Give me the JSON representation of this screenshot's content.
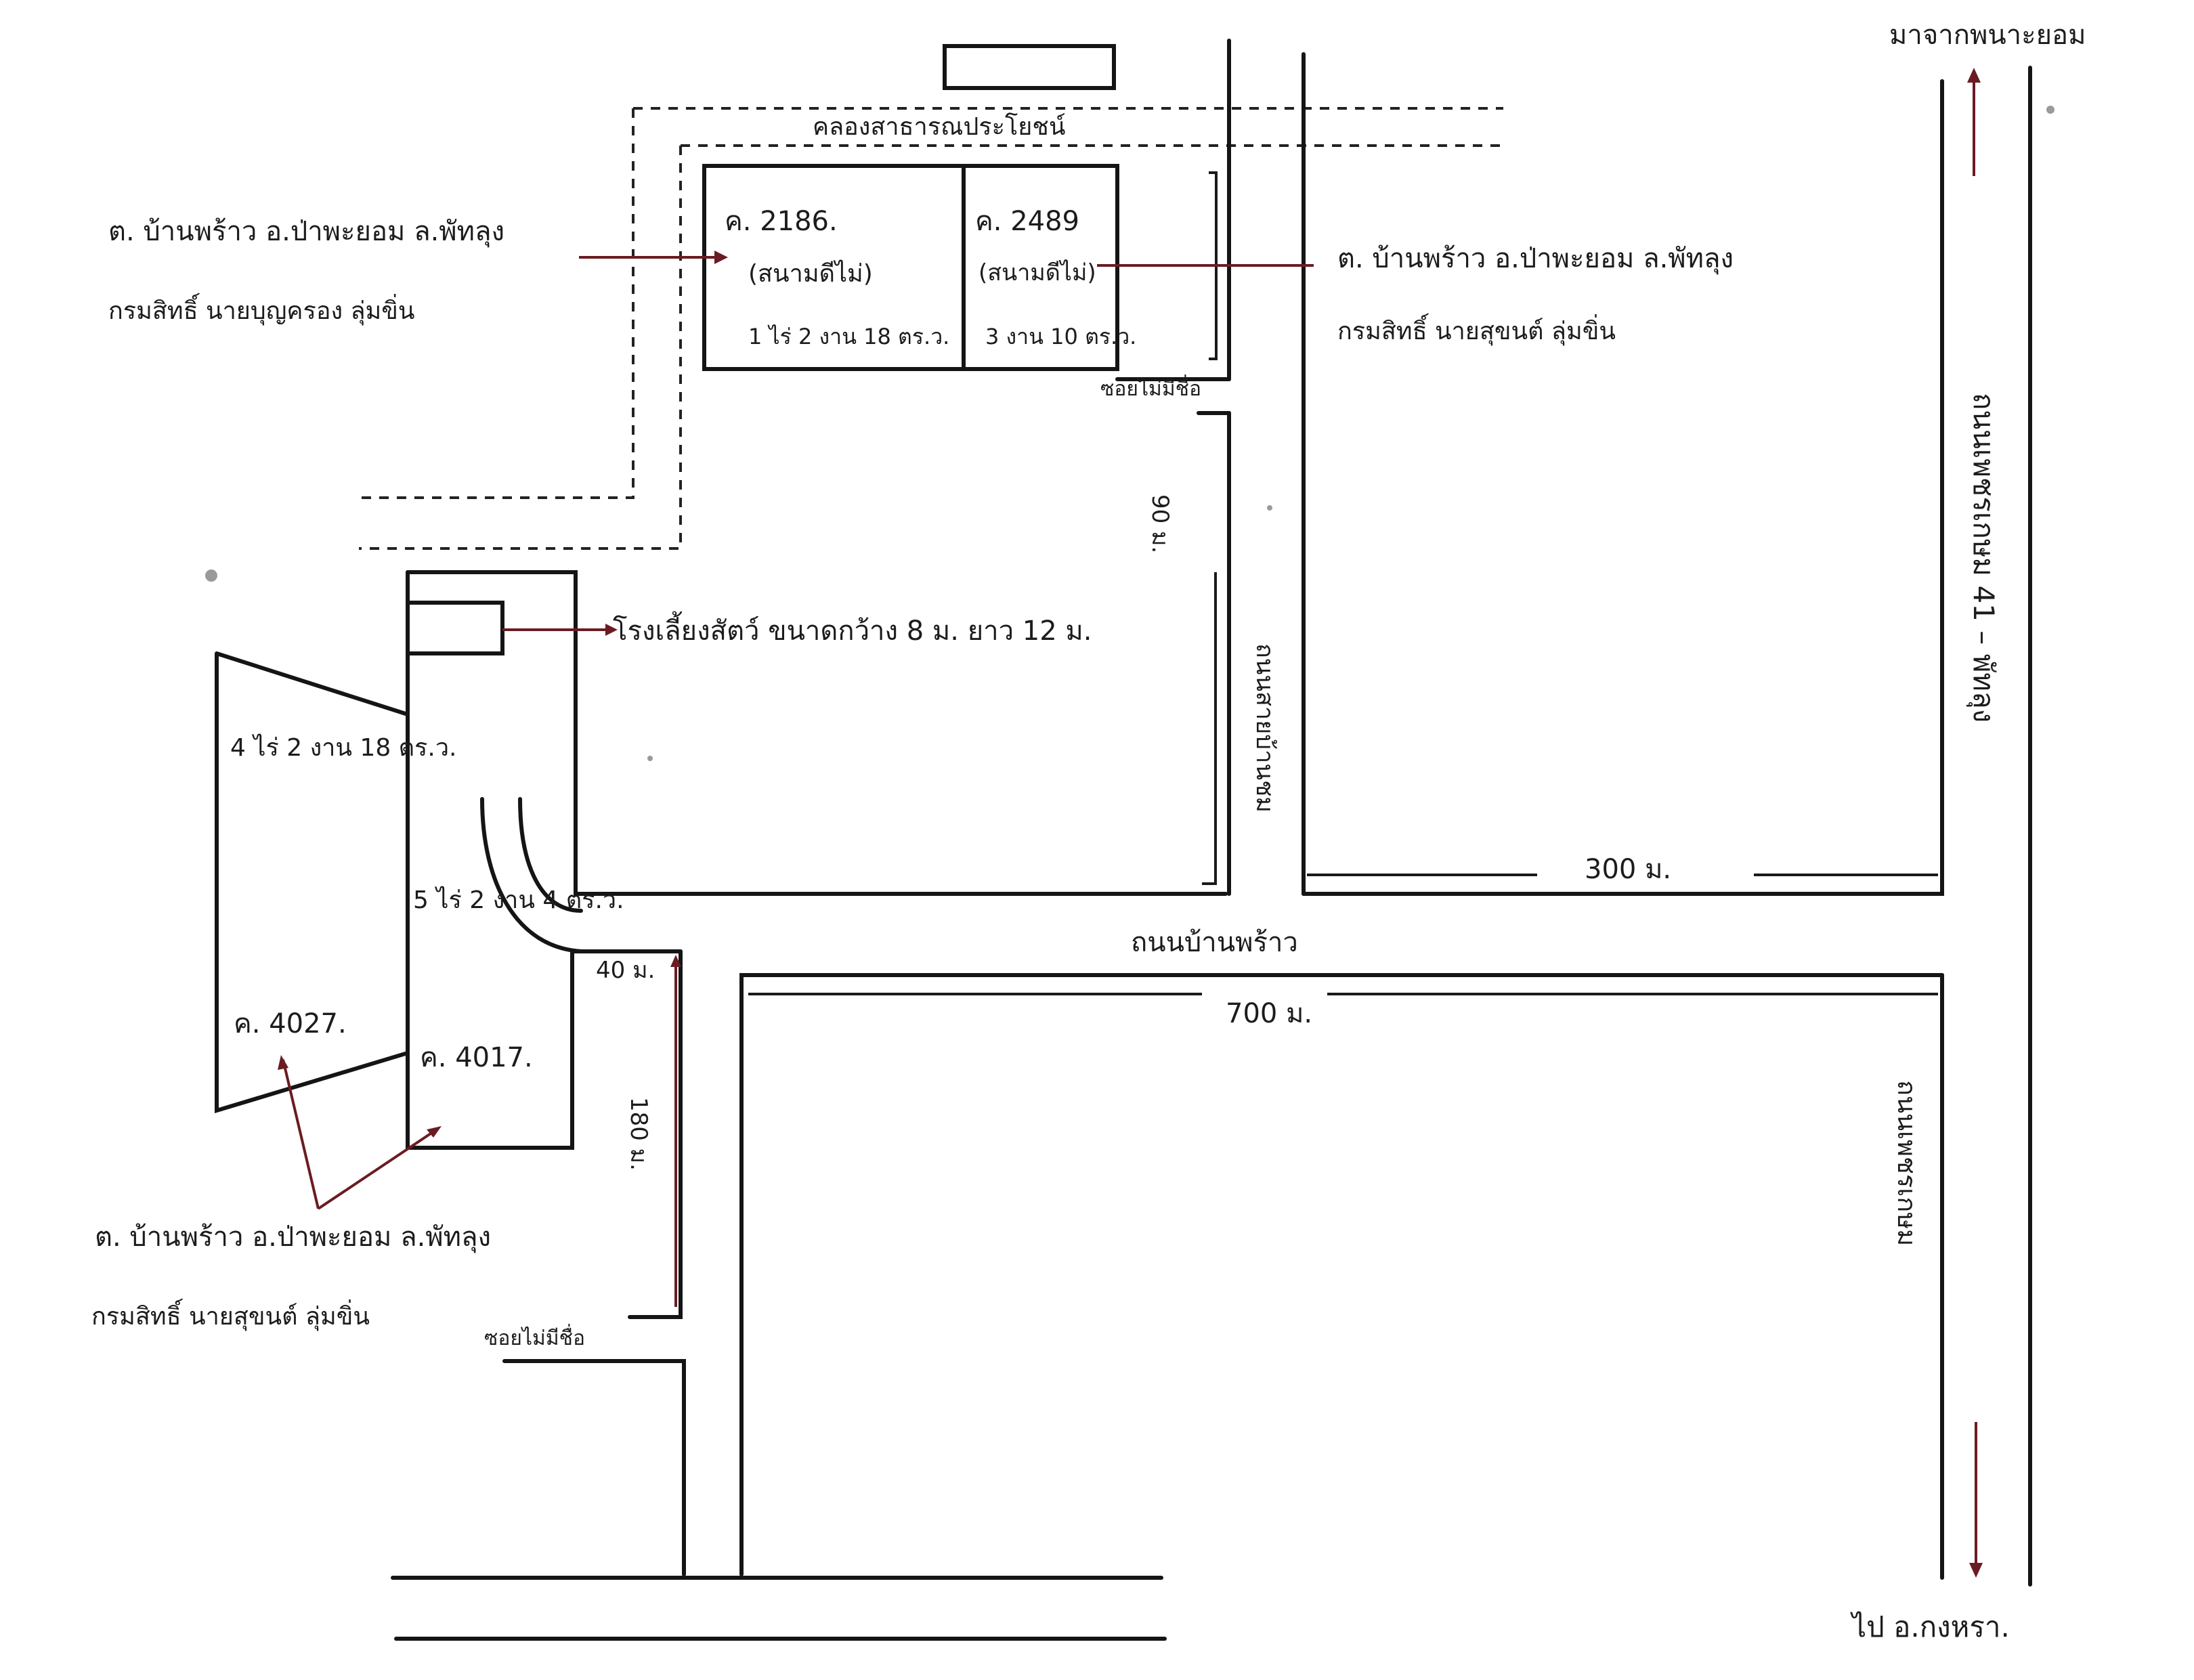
{
  "colors": {
    "ink": "#151515",
    "arrow": "#6a1c22",
    "paper": "#ffffff"
  },
  "labels": {
    "top_right_direction": "มาจากพนาะยอม",
    "bottom_right_direction": "ไป อ.กงหรา.",
    "canal": "คลองสาธารณประโยชน์",
    "left_owner_line1": "ต. บ้านพร้าว อ.ป่าพะยอม ล.พัทลุง",
    "left_owner_line2": "กรมสิทธิ์ นายบุญครอง ลุ่มขิ่น",
    "right_owner_line1": "ต. บ้านพร้าว อ.ป่าพะยอม ล.พัทลุง",
    "right_owner_line2": "กรมสิทธิ์ นายสุขนต์ ลุ่มขิ่น",
    "bottom_owner_line1": "ต. บ้านพร้าว อ.ป่าพะยอม ล.พัทลุง",
    "bottom_owner_line2": "กรมสิทธิ์ นายสุขนต์ ลุ่มขิ่น",
    "plot_2186_id": "ค. 2186.",
    "plot_2186_note": "(สนามดีไม่)",
    "plot_2186_area": "1 ไร่ 2 งาน 18 ตร.ว.",
    "plot_2489_id": "ค. 2489",
    "plot_2489_note": "(สนามดีไม่)",
    "plot_2489_area": "3 งาน 10 ตร.ว.",
    "barn_label": "โรงเลี้ยงสัตว์ ขนาดกว้าง 8 ม. ยาว 12 ม.",
    "plot_4027_area": "4 ไร่ 2 งาน 18 ตร.ว.",
    "plot_4017_area": "5 ไร่ 2 งาน 4 ตร.ว.",
    "plot_4027_id": "ค. 4027.",
    "plot_4017_id": "ค. 4017.",
    "soi_unnamed_top": "ซอยไม่มีชื่อ",
    "soi_unnamed_bottom": "ซอยไม่มีชื่อ",
    "dist_vertical_top": "90 ม.",
    "dist_vertical_left": "180 ม.",
    "dist_40": "40 ม.",
    "road_vertical_mid": "ถนนสายบ้านชม",
    "dist_horizontal_top_right": "300 ม.",
    "road_main_horizontal": "ถนนบ้านพร้าว",
    "dist_horizontal_bottom": "700 ม.",
    "highway_label": "ถนนเพชรเกษม 41 – พัทลุง",
    "road_vertical_bottom_right": "ถนนเพชรเกษม"
  }
}
